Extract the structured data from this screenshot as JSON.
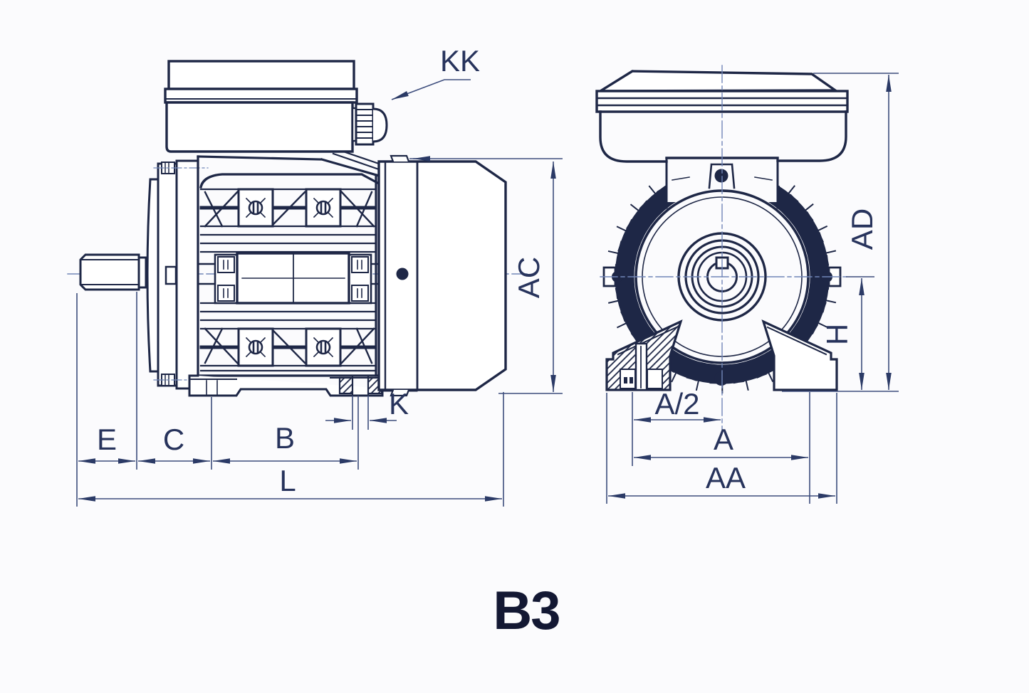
{
  "drawing": {
    "mounting_code": "B3",
    "dim_labels": {
      "kk": "KK",
      "ac": "AC",
      "ad": "AD",
      "h": "H",
      "k": "K",
      "e": "E",
      "c": "C",
      "b": "B",
      "l": "L",
      "a_half": "A/2",
      "a": "A",
      "aa": "AA"
    },
    "colors": {
      "ink": "#1e2746",
      "dim_line": "#3d4d7d",
      "centerline": "#7186b8",
      "paper": "#fbfbfd",
      "label_text": "#27335c",
      "code_text": "#131833"
    }
  }
}
